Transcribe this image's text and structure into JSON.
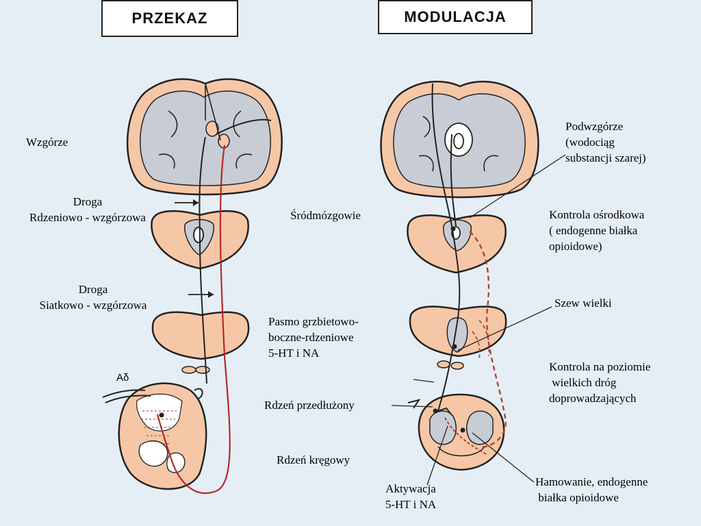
{
  "headers": {
    "left": "PRZEKAZ",
    "right": "MODULACJA"
  },
  "labels": {
    "wzgorze": "Wzgórze",
    "droga_rw": [
      "Droga",
      "Rdzeniowo - wzgórzowa"
    ],
    "droga_sw": [
      "Droga",
      "Siatkowo - wzgórzowa"
    ],
    "srodmozgowie": "Śródmózgowie",
    "pasmo": [
      "Pasmo grzbietowo-",
      "boczne-rdzeniowe",
      "5-HT i NA"
    ],
    "rdzen_przedluzony": "Rdzeń przedłużony",
    "rdzen_kregowy": "Rdzeń kręgowy",
    "aktywacja": [
      "Aktywacja",
      "5-HT i NA"
    ],
    "podwzgorze": [
      "Podwzgórze",
      "(wodociąg",
      "substancji szarej)"
    ],
    "kontrola_osrodkowa": [
      "Kontrola ośrodkowa",
      "( endogenne białka",
      "opioidowe)"
    ],
    "szew_wielki": "Szew wielki",
    "kontrola_poziom": [
      "Kontrola na poziomie",
      " wielkich dróg",
      "doprowadzających"
    ],
    "hamowanie": [
      "Hamowanie, endogenne",
      " białka opioidowe"
    ],
    "inset_mark": "Aδ"
  },
  "colors": {
    "background": "#e6eef5",
    "tissue": "#f6c7a6",
    "grey_matter": "#c8ccd4",
    "outline": "#222222",
    "red_pathway": "#b22a2a",
    "dashed_pathway": "#a8452e"
  }
}
